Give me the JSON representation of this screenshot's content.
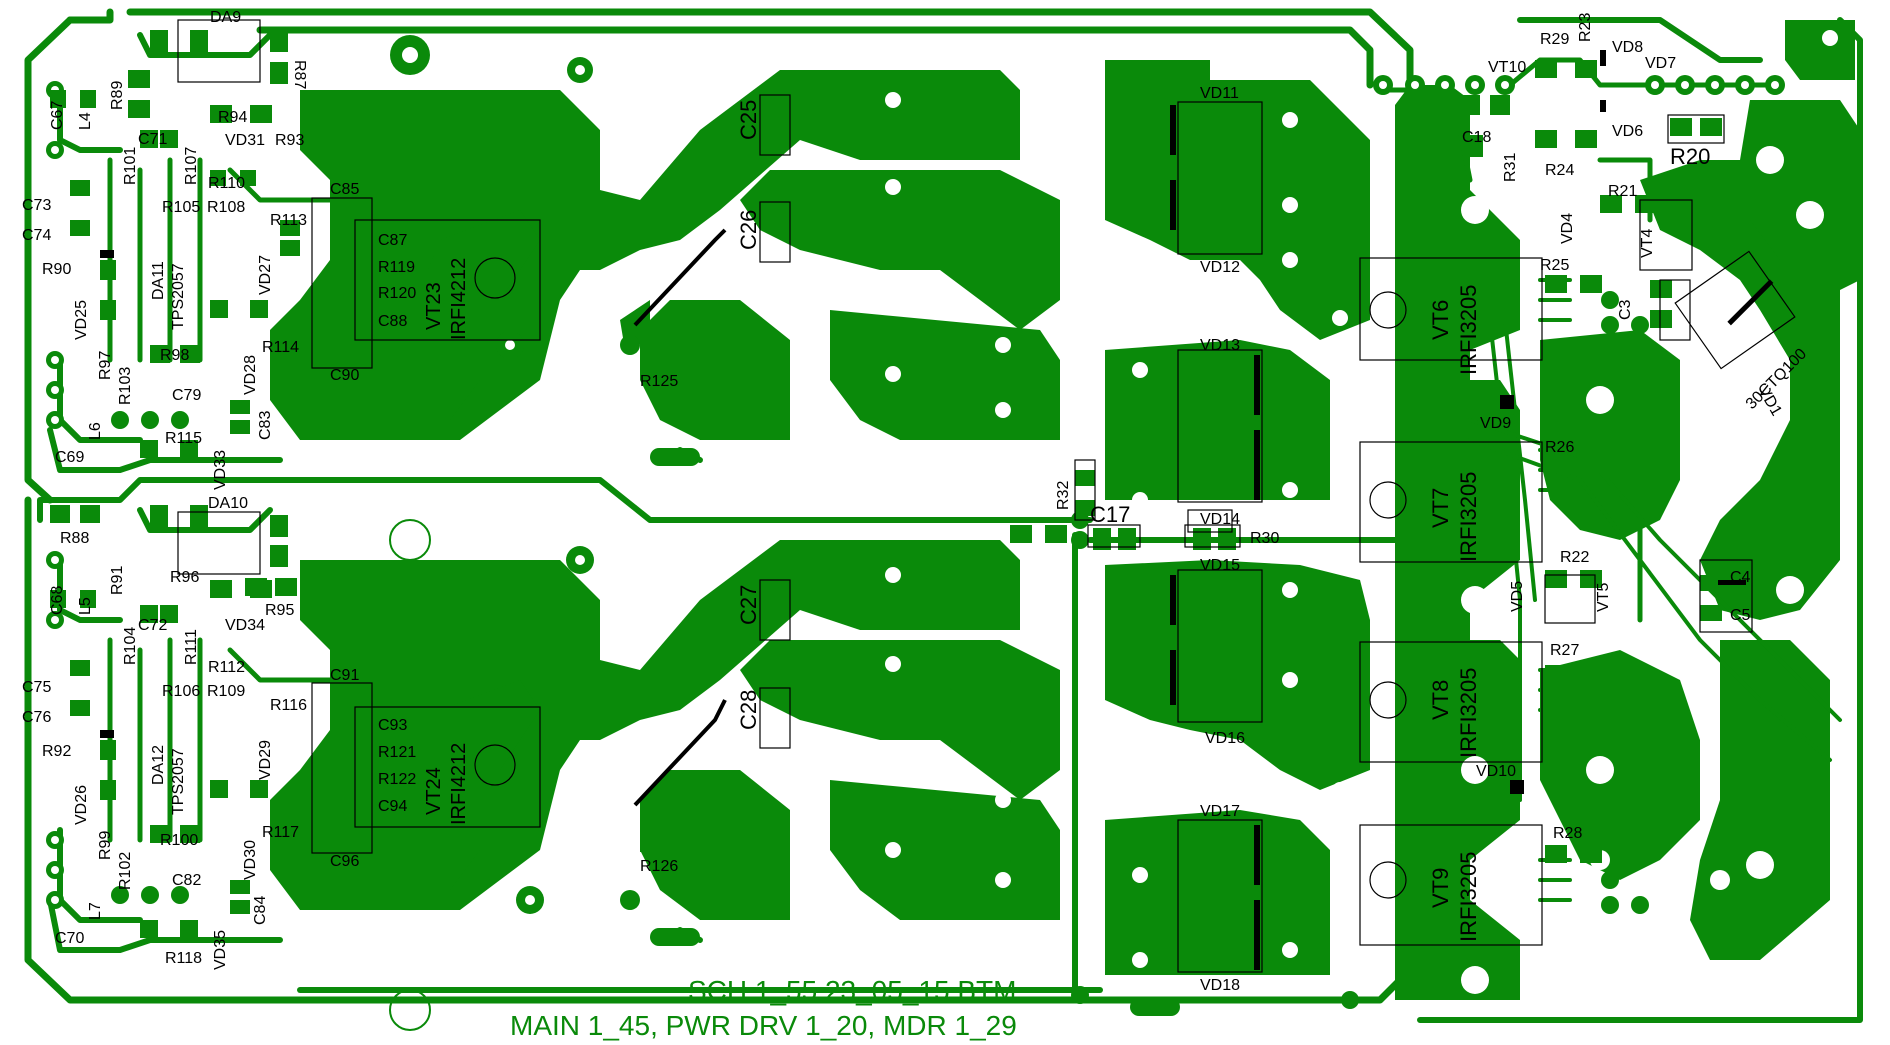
{
  "colors": {
    "copper": "#0a8a0a",
    "background": "#ffffff",
    "silk": "#000000"
  },
  "labels": {
    "DA9": "DA9",
    "R87": "R87",
    "R89": "R89",
    "C67": "C67",
    "L4": "L4",
    "C71": "C71",
    "R101": "R101",
    "R107": "R107",
    "R94": "R94",
    "R93": "R93",
    "VD31": "VD31",
    "R110": "R110",
    "R105": "R105",
    "R108": "R108",
    "C73": "C73",
    "C74": "C74",
    "R90": "R90",
    "VD25": "VD25",
    "R113": "R113",
    "C85": "C85",
    "C87": "C87",
    "R119": "R119",
    "R120": "R120",
    "C88": "C88",
    "C90": "C90",
    "VT23": "VT23",
    "IRFI4212_1": "IRFI4212",
    "DA11": "DA11",
    "TPS2_1": "TPS2057",
    "VD27": "VD27",
    "R97": "R97",
    "R98": "R98",
    "R114": "R114",
    "VD28": "VD28",
    "R103": "R103",
    "C79": "C79",
    "C83": "C83",
    "C69": "C69",
    "L6": "L6",
    "R115": "R115",
    "VD33": "VD33",
    "C25": "C25",
    "C26": "C26",
    "R125": "R125",
    "R88": "R88",
    "DA10": "DA10",
    "R91": "R91",
    "R96": "R96",
    "C68": "C68",
    "L5": "L5",
    "R95": "R95",
    "C72": "C72",
    "R104": "R104",
    "VD34": "VD34",
    "R111": "R111",
    "R112": "R112",
    "C75": "C75",
    "C76": "C76",
    "R106": "R106",
    "R109": "R109",
    "R116": "R116",
    "C91": "C91",
    "R92": "R92",
    "C93": "C93",
    "R121": "R121",
    "R122": "R122",
    "C94": "C94",
    "VT24": "VT24",
    "IRFI4212_2": "IRFI4212",
    "DA12": "DA12",
    "TPS2_2": "TPS2057",
    "VD26": "VD26",
    "VD29": "VD29",
    "R99": "R99",
    "R100": "R100",
    "R117": "R117",
    "VD30": "VD30",
    "C96": "C96",
    "R102": "R102",
    "C82": "C82",
    "C84": "C84",
    "C70": "C70",
    "L7": "L7",
    "R118": "R118",
    "VD35": "VD35",
    "C27": "C27",
    "C28": "C28",
    "R126": "R126",
    "VD11": "VD11",
    "VD12": "VD12",
    "VD13": "VD13",
    "R32": "R32",
    "C17": "C17",
    "VD14": "VD14",
    "R30": "R30",
    "VD15": "VD15",
    "VD16": "VD16",
    "VD17": "VD17",
    "VD18": "VD18",
    "R29": "R29",
    "R23": "R23",
    "VD8": "VD8",
    "VD7": "VD7",
    "VT10": "VT10",
    "C18": "C18",
    "VD6": "VD6",
    "R31": "R31",
    "R24": "R24",
    "R20": "R20",
    "R21": "R21",
    "VD4": "VD4",
    "VT4": "VT4",
    "R25": "R25",
    "C3": "C3",
    "VT6": "VT6",
    "IRFI3205_1": "IRFI3205",
    "VD9": "VD9",
    "VD1": "VD1",
    "VD1val": "30CTQ100",
    "R26": "R26",
    "VT7": "VT7",
    "IRFI3205_2": "IRFI3205",
    "R22": "R22",
    "VD5": "VD5",
    "VT5": "VT5",
    "C4": "C4",
    "C5": "C5",
    "R27": "R27",
    "VT8": "VT8",
    "IRFI3205_3": "IRFI3205",
    "VD10": "VD10",
    "R28": "R28",
    "VT9": "VT9",
    "IRFI3205_4": "IRFI3205"
  },
  "footer": {
    "line1": "SCH 1_55 23_05_15 BTM",
    "line2": "MAIN 1_45, PWR DRV 1_20, MDR 1_29"
  }
}
